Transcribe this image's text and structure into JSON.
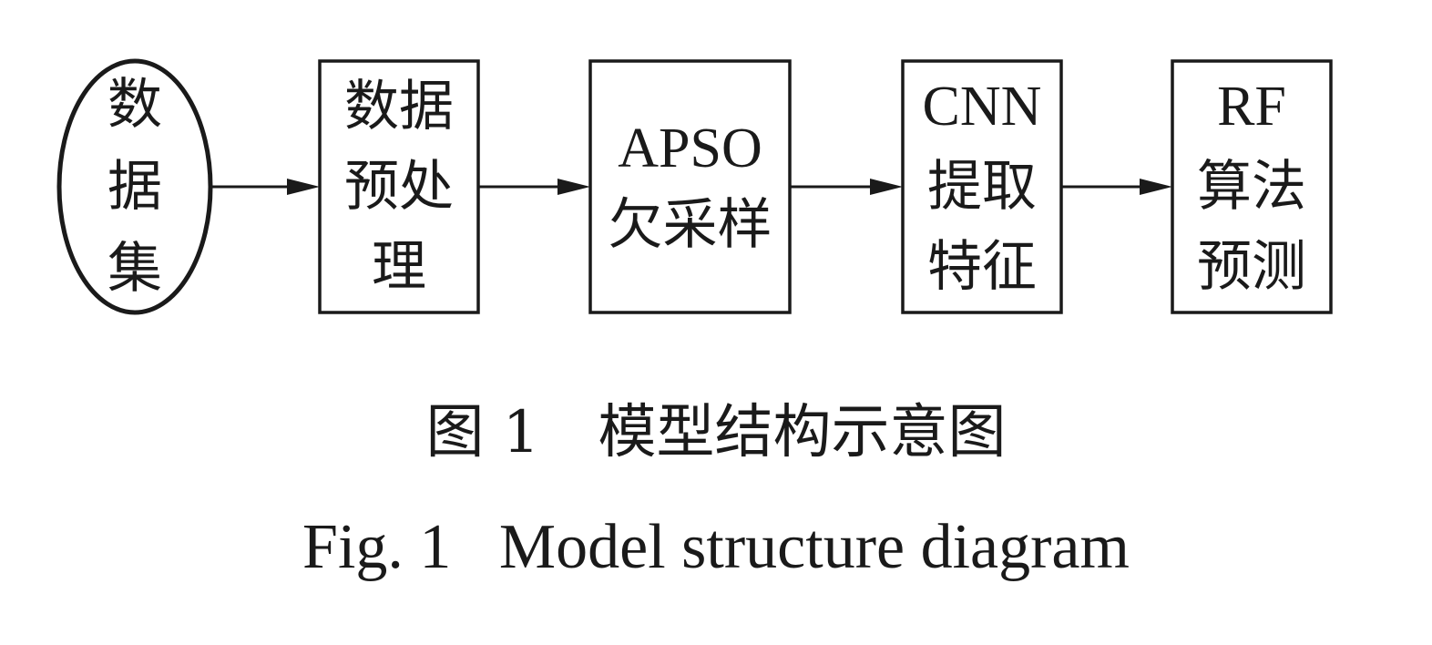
{
  "diagram": {
    "nodes": [
      {
        "id": "dataset",
        "shape": "ellipse",
        "lines": [
          "数",
          "据",
          "集"
        ]
      },
      {
        "id": "preprocess",
        "shape": "rect",
        "lines": [
          "数据",
          "预处",
          "理"
        ]
      },
      {
        "id": "apso",
        "shape": "rect",
        "lines": [
          "APSO",
          "欠采样"
        ]
      },
      {
        "id": "cnn",
        "shape": "rect",
        "lines": [
          "CNN",
          "提取",
          "特征"
        ]
      },
      {
        "id": "rf",
        "shape": "rect",
        "lines": [
          "RF",
          "算法",
          "预测"
        ]
      }
    ],
    "edges": [
      {
        "from": "dataset",
        "to": "preprocess"
      },
      {
        "from": "preprocess",
        "to": "apso"
      },
      {
        "from": "apso",
        "to": "cnn"
      },
      {
        "from": "cnn",
        "to": "rf"
      }
    ]
  },
  "caption": {
    "chinese": "图 1　模型结构示意图",
    "english": "Fig. 1   Model structure diagram"
  }
}
